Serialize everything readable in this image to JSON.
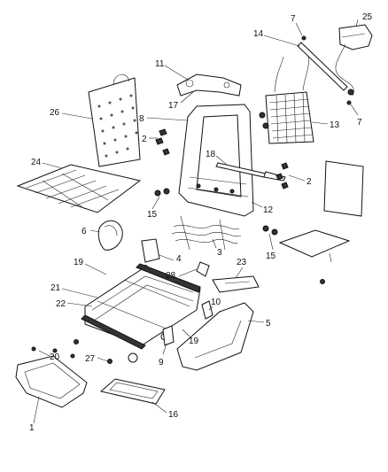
{
  "callouts": [
    {
      "id": "c1",
      "text": "1"
    },
    {
      "id": "c2a",
      "text": "2"
    },
    {
      "id": "c2b",
      "text": "2"
    },
    {
      "id": "c3",
      "text": "3"
    },
    {
      "id": "c4",
      "text": "4"
    },
    {
      "id": "c5",
      "text": "5"
    },
    {
      "id": "c6",
      "text": "6"
    },
    {
      "id": "c7a",
      "text": "7"
    },
    {
      "id": "c7b",
      "text": "7"
    },
    {
      "id": "c8",
      "text": "8"
    },
    {
      "id": "c9",
      "text": "9"
    },
    {
      "id": "c10",
      "text": "10"
    },
    {
      "id": "c11",
      "text": "11"
    },
    {
      "id": "c12",
      "text": "12"
    },
    {
      "id": "c13",
      "text": "13"
    },
    {
      "id": "c14",
      "text": "14"
    },
    {
      "id": "c15a",
      "text": "15"
    },
    {
      "id": "c15b",
      "text": "15"
    },
    {
      "id": "c16",
      "text": "16"
    },
    {
      "id": "c17",
      "text": "17"
    },
    {
      "id": "c18",
      "text": "18"
    },
    {
      "id": "c19a",
      "text": "19"
    },
    {
      "id": "c19b",
      "text": "19"
    },
    {
      "id": "c20",
      "text": "20"
    },
    {
      "id": "c21",
      "text": "21"
    },
    {
      "id": "c22",
      "text": "22"
    },
    {
      "id": "c23",
      "text": "23"
    },
    {
      "id": "c24",
      "text": "24"
    },
    {
      "id": "c25",
      "text": "25"
    },
    {
      "id": "c26",
      "text": "26"
    },
    {
      "id": "c27",
      "text": "27"
    },
    {
      "id": "c28",
      "text": "28"
    }
  ]
}
